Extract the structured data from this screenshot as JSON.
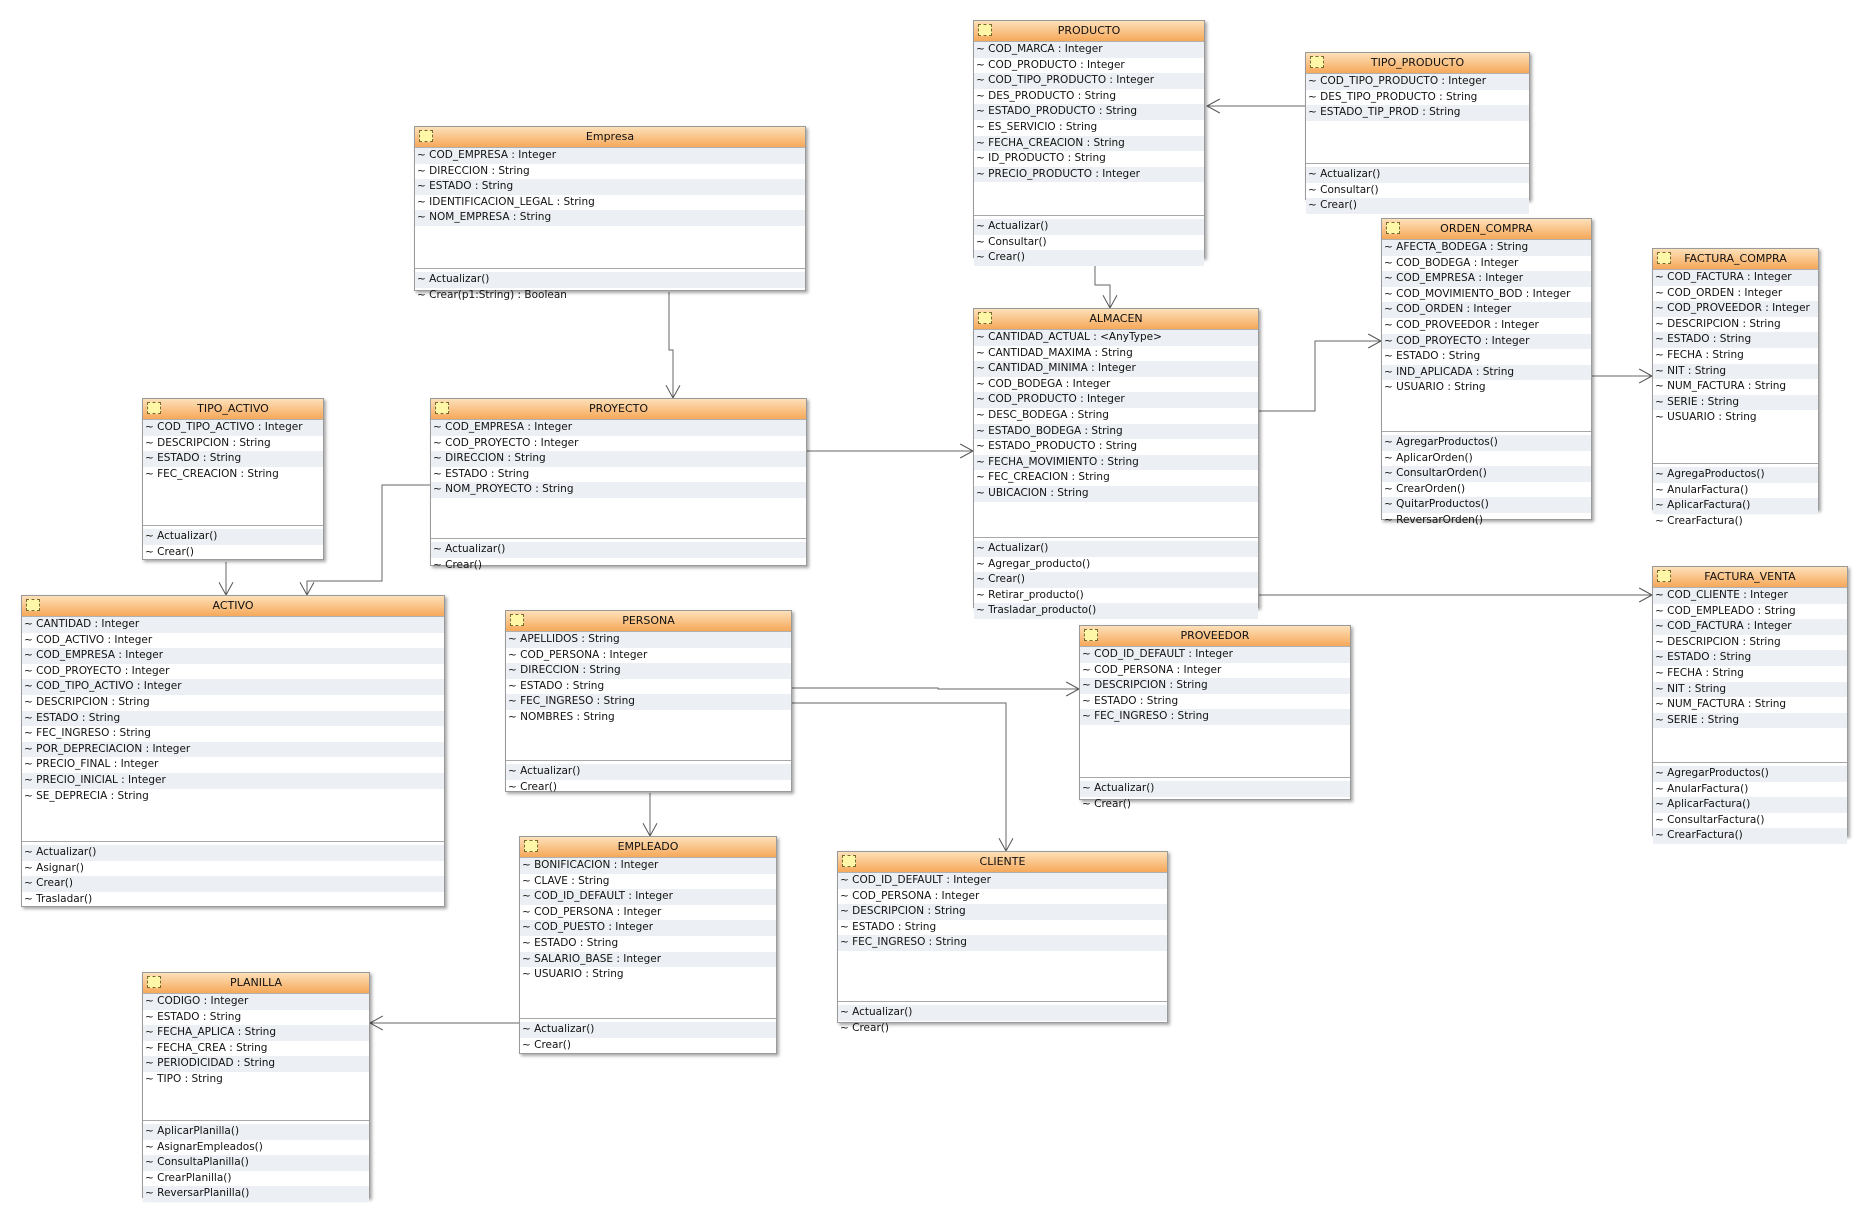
{
  "classes": [
    {
      "id": "producto",
      "name": "PRODUCTO",
      "attributes": [
        "~ COD_MARCA : Integer",
        "~ COD_PRODUCTO : Integer",
        "~ COD_TIPO_PRODUCTO : Integer",
        "~ DES_PRODUCTO : String",
        "~ ESTADO_PRODUCTO : String",
        "~ ES_SERVICIO : String",
        "~ FECHA_CREACION : String",
        "~ ID_PRODUCTO : String",
        "~ PRECIO_PRODUCTO : Integer"
      ],
      "operations": [
        "~ Actualizar()",
        "~ Consultar()",
        "~ Crear()"
      ]
    },
    {
      "id": "tipo-producto",
      "name": "TIPO_PRODUCTO",
      "attributes": [
        "~ COD_TIPO_PRODUCTO : Integer",
        "~ DES_TIPO_PRODUCTO : String",
        "~ ESTADO_TIP_PROD : String"
      ],
      "operations": [
        "~ Actualizar()",
        "~ Consultar()",
        "~ Crear()"
      ]
    },
    {
      "id": "empresa",
      "name": "Empresa",
      "attributes": [
        "~ COD_EMPRESA : Integer",
        "~ DIRECCION : String",
        "~ ESTADO : String",
        "~ IDENTIFICACION_LEGAL : String",
        "~ NOM_EMPRESA : String"
      ],
      "operations": [
        "~ Actualizar()",
        "~ Crear(p1:String) : Boolean"
      ]
    },
    {
      "id": "orden-compra",
      "name": "ORDEN_COMPRA",
      "attributes": [
        "~ AFECTA_BODEGA : String",
        "~ COD_BODEGA : Integer",
        "~ COD_EMPRESA : Integer",
        "~ COD_MOVIMIENTO_BOD : Integer",
        "~ COD_ORDEN : Integer",
        "~ COD_PROVEEDOR : Integer",
        "~ COD_PROYECTO : Integer",
        "~ ESTADO : String",
        "~ IND_APLICADA : String",
        "~ USUARIO : String"
      ],
      "operations": [
        "~ AgregarProductos()",
        "~ AplicarOrden()",
        "~ ConsultarOrden()",
        "~ CrearOrden()",
        "~ QuitarProductos()",
        "~ ReversarOrden()"
      ]
    },
    {
      "id": "factura-compra",
      "name": "FACTURA_COMPRA",
      "attributes": [
        "~ COD_FACTURA : Integer",
        "~ COD_ORDEN : Integer",
        "~ COD_PROVEEDOR : Integer",
        "~ DESCRIPCION : String",
        "~ ESTADO : String",
        "~ FECHA : String",
        "~ NIT : String",
        "~ NUM_FACTURA : String",
        "~ SERIE : String",
        "~ USUARIO : String"
      ],
      "operations": [
        "~ AgregaProductos()",
        "~ AnularFactura()",
        "~ AplicarFactura()",
        "~ CrearFactura()"
      ]
    },
    {
      "id": "almacen",
      "name": "ALMACEN",
      "attributes": [
        "~ CANTIDAD_ACTUAL : <AnyType>",
        "~ CANTIDAD_MAXIMA : String",
        "~ CANTIDAD_MINIMA : Integer",
        "~ COD_BODEGA : Integer",
        "~ COD_PRODUCTO : Integer",
        "~ DESC_BODEGA : String",
        "~ ESTADO_BODEGA : String",
        "~ ESTADO_PRODUCTO : String",
        "~ FECHA_MOVIMIENTO : String",
        "~ FEC_CREACION : String",
        "~ UBICACION : String"
      ],
      "operations": [
        "~ Actualizar()",
        "~ Agregar_producto()",
        "~ Crear()",
        "~ Retirar_producto()",
        "~ Trasladar_producto()"
      ]
    },
    {
      "id": "tipo-activo",
      "name": "TIPO_ACTIVO",
      "attributes": [
        "~ COD_TIPO_ACTIVO : Integer",
        "~ DESCRIPCION : String",
        "~ ESTADO : String",
        "~ FEC_CREACION : String"
      ],
      "operations": [
        "~ Actualizar()",
        "~ Crear()"
      ]
    },
    {
      "id": "proyecto",
      "name": "PROYECTO",
      "attributes": [
        "~ COD_EMPRESA : Integer",
        "~ COD_PROYECTO : Integer",
        "~ DIRECCION : String",
        "~ ESTADO : String",
        "~ NOM_PROYECTO : String"
      ],
      "operations": [
        "~ Actualizar()",
        "~ Crear()"
      ]
    },
    {
      "id": "activo",
      "name": "ACTIVO",
      "attributes": [
        "~ CANTIDAD : Integer",
        "~ COD_ACTIVO : Integer",
        "~ COD_EMPRESA : Integer",
        "~ COD_PROYECTO : Integer",
        "~ COD_TIPO_ACTIVO : Integer",
        "~ DESCRIPCION : String",
        "~ ESTADO : String",
        "~ FEC_INGRESO : String",
        "~ POR_DEPRECIACION : Integer",
        "~ PRECIO_FINAL : Integer",
        "~ PRECIO_INICIAL : Integer",
        "~ SE_DEPRECIA : String"
      ],
      "operations": [
        "~ Actualizar()",
        "~ Asignar()",
        "~ Crear()",
        "~ Trasladar()"
      ]
    },
    {
      "id": "persona",
      "name": "PERSONA",
      "attributes": [
        "~ APELLIDOS : String",
        "~ COD_PERSONA : Integer",
        "~ DIRECCION : String",
        "~ ESTADO : String",
        "~ FEC_INGRESO : String",
        "~ NOMBRES : String"
      ],
      "operations": [
        "~ Actualizar()",
        "~ Crear()"
      ]
    },
    {
      "id": "proveedor",
      "name": "PROVEEDOR",
      "attributes": [
        "~ COD_ID_DEFAULT : Integer",
        "~ COD_PERSONA : Integer",
        "~ DESCRIPCION : String",
        "~ ESTADO : String",
        "~ FEC_INGRESO : String"
      ],
      "operations": [
        "~ Actualizar()",
        "~ Crear()"
      ]
    },
    {
      "id": "factura-venta",
      "name": "FACTURA_VENTA",
      "attributes": [
        "~ COD_CLIENTE : Integer",
        "~ COD_EMPLEADO : String",
        "~ COD_FACTURA : Integer",
        "~ DESCRIPCION : String",
        "~ ESTADO : String",
        "~ FECHA : String",
        "~ NIT : String",
        "~ NUM_FACTURA : String",
        "~ SERIE : String"
      ],
      "operations": [
        "~ AgregarProductos()",
        "~ AnularFactura()",
        "~ AplicarFactura()",
        "~ ConsultarFactura()",
        "~ CrearFactura()"
      ]
    },
    {
      "id": "empleado",
      "name": "EMPLEADO",
      "attributes": [
        "~ BONIFICACION : Integer",
        "~ CLAVE : String",
        "~ COD_ID_DEFAULT : Integer",
        "~ COD_PERSONA : Integer",
        "~ COD_PUESTO : Integer",
        "~ ESTADO : String",
        "~ SALARIO_BASE : Integer",
        "~ USUARIO : String"
      ],
      "operations": [
        "~ Actualizar()",
        "~ Crear()"
      ]
    },
    {
      "id": "cliente",
      "name": "CLIENTE",
      "attributes": [
        "~ COD_ID_DEFAULT : Integer",
        "~ COD_PERSONA : Integer",
        "~ DESCRIPCION : String",
        "~ ESTADO : String",
        "~ FEC_INGRESO : String"
      ],
      "operations": [
        "~ Actualizar()",
        "~ Crear()"
      ]
    },
    {
      "id": "planilla",
      "name": "PLANILLA",
      "attributes": [
        "~ CODIGO : Integer",
        "~ ESTADO : String",
        "~ FECHA_APLICA : String",
        "~ FECHA_CREA : String",
        "~ PERIODICIDAD : String",
        "~ TIPO : String"
      ],
      "operations": [
        "~ AplicarPlanilla()",
        "~ AsignarEmpleados()",
        "~ ConsultaPlanilla()",
        "~ CrearPlanilla()",
        "~ ReversarPlanilla()"
      ]
    }
  ],
  "relations": [
    {
      "from": "tipo-producto",
      "to": "producto"
    },
    {
      "from": "producto",
      "to": "almacen"
    },
    {
      "from": "empresa",
      "to": "proyecto"
    },
    {
      "from": "proyecto",
      "to": "almacen"
    },
    {
      "from": "almacen",
      "to": "orden-compra"
    },
    {
      "from": "orden-compra",
      "to": "factura-compra"
    },
    {
      "from": "almacen",
      "to": "factura-venta"
    },
    {
      "from": "tipo-activo",
      "to": "activo"
    },
    {
      "from": "proyecto",
      "to": "activo"
    },
    {
      "from": "persona",
      "to": "proveedor"
    },
    {
      "from": "persona",
      "to": "empleado"
    },
    {
      "from": "persona",
      "to": "cliente"
    },
    {
      "from": "empleado",
      "to": "planilla"
    }
  ]
}
